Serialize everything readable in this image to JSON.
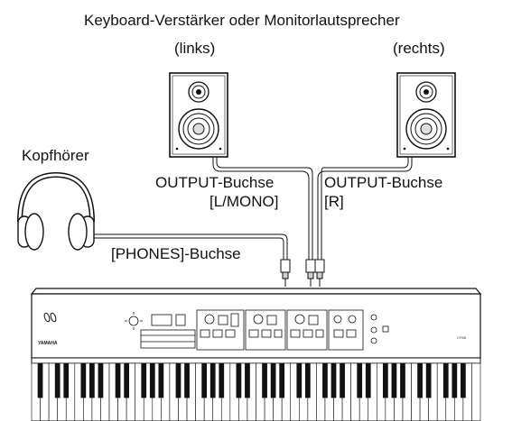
{
  "labels": {
    "speakers_title": "Keyboard-Verstärker oder Monitorlautsprecher",
    "left_sub": "(links)",
    "right_sub": "(rechts)",
    "headphones": "Kopfhörer",
    "output_left_line1": "OUTPUT-Buchse",
    "output_left_line2": "[L/MONO]",
    "output_right_line1": "OUTPUT-Buchse",
    "output_right_line2": "[R]",
    "phones_jack": "[PHONES]-Buchse"
  },
  "instrument": {
    "brand": "YAMAHA",
    "model": "CP88"
  }
}
